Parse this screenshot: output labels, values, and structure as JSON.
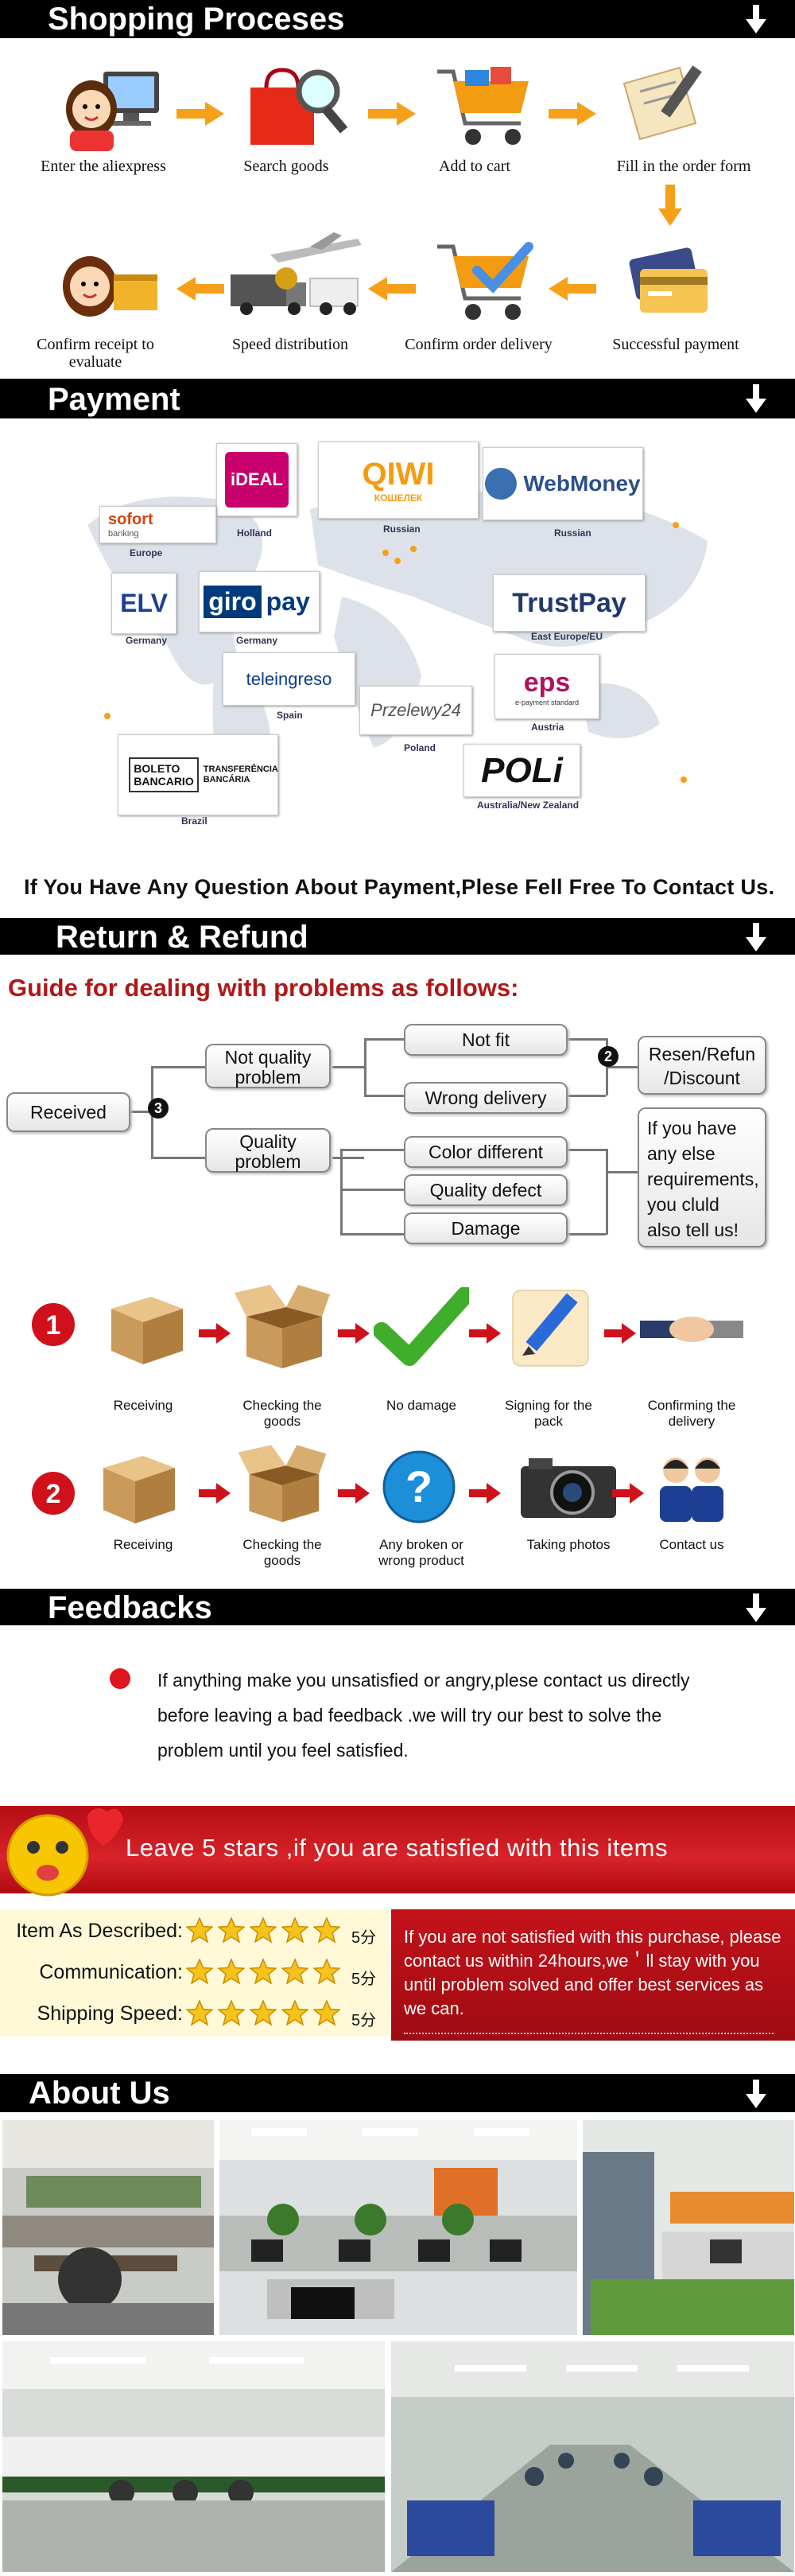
{
  "sections": {
    "shopping": "Shopping Proceses",
    "payment": "Payment",
    "refund": "Return & Refund",
    "feedbacks": "Feedbacks",
    "about": "About Us"
  },
  "process": {
    "row1": [
      "Enter the aliexpress",
      "Search goods",
      "Add to cart",
      "Fill in the order form"
    ],
    "row2": [
      "Confirm receipt to evaluate",
      "Speed distribution",
      "Confirm order delivery",
      "Successful payment"
    ]
  },
  "payment": {
    "logos": {
      "ideal": "iDEAL",
      "qiwi": "QIWI",
      "qiwi_sub": "КОШЕЛЕК",
      "webmoney": "WebMoney",
      "sofort": "sofort",
      "sofort_sub": "banking",
      "elv": "ELV",
      "giropay_a": "giro",
      "giropay_b": "pay",
      "trustpay": "TrustPay",
      "teleingreso": "teleingreso",
      "przelewy": "Przelewy24",
      "eps": "eps",
      "eps_sub": "e-payment standard",
      "poli": "POLi",
      "boleto_a": "BOLETO",
      "boleto_b": "BANCARIO",
      "transf": "TRANSFERÊNCIA BANCÁRIA"
    },
    "countries": {
      "holland": "Holland",
      "russian1": "Russian",
      "russian2": "Russian",
      "europe": "Europe",
      "germany1": "Germany",
      "germany2": "Germany",
      "easteu": "East Europe/EU",
      "spain": "Spain",
      "poland": "Poland",
      "austria": "Austria",
      "au": "Australia/New Zealand",
      "brazil": "Brazil"
    },
    "question": "If You Have Any Question About Payment,Plese Fell Free To Contact Us."
  },
  "refund": {
    "guide": "Guide for dealing with problems as follows:",
    "received": "Received",
    "not_quality": "Not quality problem",
    "quality": "Quality problem",
    "not_fit": "Not fit",
    "wrong_delivery": "Wrong delivery",
    "color_different": "Color different",
    "quality_defect": "Quality defect",
    "damage": "Damage",
    "resend": "Resen/Refun /Discount",
    "else_req": "If you have any else requirements, you cluld also tell us!",
    "num2": "2",
    "num3": "3",
    "flow1": {
      "num": "1",
      "steps": [
        "Receiving",
        "Checking the goods",
        "No damage",
        "Signing for the pack",
        "Confirming the delivery"
      ]
    },
    "flow2": {
      "num": "2",
      "steps": [
        "Receiving",
        "Checking the goods",
        "Any broken or wrong product",
        "Taking photos",
        "Contact us"
      ]
    }
  },
  "feedback": {
    "text": "If anything make you unsatisfied or angry,plese contact us directly before leaving a bad feedback .we will try our best to solve the problem until you feel satisfied.",
    "banner": "Leave 5 stars ,if you are satisfied with this items",
    "ratings": [
      {
        "label": "Item As Described:",
        "score": "5分"
      },
      {
        "label": "Communication:",
        "score": "5分"
      },
      {
        "label": "Shipping Speed:",
        "score": "5分"
      }
    ],
    "ratings_value": 5,
    "notice": "If you are not satisfied with this purchase, please contact us within 24hours,we＇ll stay with you until problem solved and offer best services as we can."
  },
  "colors": {
    "accent_red": "#d0101a",
    "orange": "#f6a01a",
    "header": "#000000"
  }
}
